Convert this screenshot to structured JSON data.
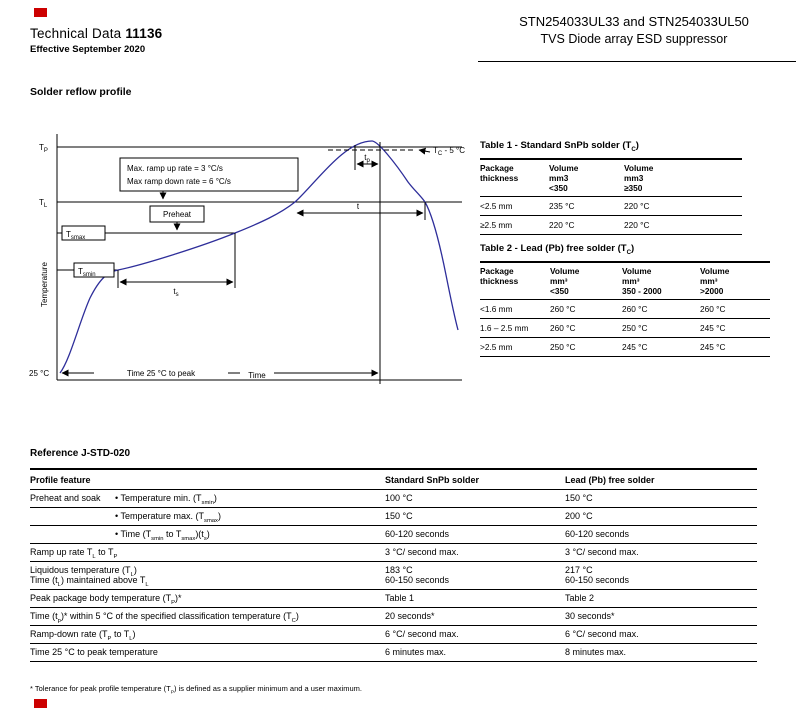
{
  "accent_color": "#cc0000",
  "header": {
    "doc_type": "Technical Data",
    "doc_number": "11136",
    "effective": "Effective September 2020",
    "part_title": "STN254033UL33 and STN254033UL50",
    "part_subtitle": "TVS Diode array ESD suppressor"
  },
  "section_title": "Solder reflow profile",
  "diagram": {
    "type": "line-profile",
    "curve_color": "#2e2e9a",
    "y_axis_label": "Temperature",
    "x_axis_label": "Time",
    "labels": {
      "tp": {
        "base": "T",
        "sub": "P"
      },
      "tl": {
        "base": "T",
        "sub": "L"
      },
      "tsmax": {
        "base": "T",
        "sub": "smax"
      },
      "tsmin": {
        "base": "T",
        "sub": "smin"
      },
      "t25": "25 °C",
      "ramp_line1": "Max. ramp up rate = 3 °C/s",
      "ramp_line2": "Max ramp down rate = 6 °C/s",
      "preheat": "Preheat",
      "tc5": {
        "base": "T",
        "sub": "C",
        "rest": " - 5 °C"
      },
      "t_hold": "t",
      "ts": {
        "base": "t",
        "sub": "s"
      },
      "tp_small": {
        "base": "t",
        "sub": "p"
      },
      "time_to_peak": "Time 25 °C to peak"
    }
  },
  "table1": {
    "title": "Table 1 - Standard SnPb solder (T~C~)",
    "col_headers": [
      "Package\nthickness",
      "Volume\nmm3\n<350",
      "Volume\nmm3\n≥350"
    ],
    "rows": [
      [
        "<2.5 mm",
        "235 °C",
        "220 °C"
      ],
      [
        "≥2.5 mm",
        "220 °C",
        "220 °C"
      ]
    ]
  },
  "table2": {
    "title": "Table 2 - Lead (Pb) free solder (T~C~)",
    "col_headers": [
      "Package\nthickness",
      "Volume\nmm³\n<350",
      "Volume\nmm³\n350 - 2000",
      "Volume\nmm³\n>2000"
    ],
    "rows": [
      [
        "<1.6 mm",
        "260 °C",
        "260 °C",
        "260 °C"
      ],
      [
        "1.6 – 2.5 mm",
        "260 °C",
        "250 °C",
        "245 °C"
      ],
      [
        ">2.5 mm",
        "250 °C",
        "245 °C",
        "245 °C"
      ]
    ]
  },
  "reference": {
    "title": "Reference J-STD-020",
    "columns": [
      "Profile feature",
      "Standard SnPb solder",
      "Lead (Pb) free solder"
    ],
    "rows": [
      {
        "group": "Preheat and soak",
        "feature": "• Temperature min. (T~smin~)",
        "snpb": "100 °C",
        "pbfree": "150 °C"
      },
      {
        "group": "",
        "feature": "• Temperature max. (T~smax~)",
        "snpb": "150 °C",
        "pbfree": "200 °C"
      },
      {
        "group": "",
        "feature": "• Time (T~smin~ to T~smax~)(t~s~)",
        "snpb": "60-120 seconds",
        "pbfree": "60-120 seconds"
      },
      {
        "feature": "Ramp up rate T~L~ to T~P~",
        "snpb": "3 °C/ second max.",
        "pbfree": "3 °C/ second max."
      },
      {
        "feature": "Liquidous temperature (T~L~)\nTime (t~L~) maintained above T~L~",
        "snpb": "183 °C\n60-150 seconds",
        "pbfree": "217 °C\n60-150 seconds"
      },
      {
        "feature": "Peak package body temperature (T~P~)*",
        "snpb": "Table 1",
        "pbfree": "Table 2"
      },
      {
        "feature": "Time (t~p~)* within 5 °C of the specified classification temperature (T~C~)",
        "snpb": "20 seconds*",
        "pbfree": "30 seconds*"
      },
      {
        "feature": "Ramp-down rate (T~P~ to T~L~)",
        "snpb": "6 °C/ second max.",
        "pbfree": "6 °C/ second max."
      },
      {
        "feature": "Time 25 °C to peak temperature",
        "snpb": "6 minutes max.",
        "pbfree": "8 minutes max."
      }
    ],
    "footnote": "* Tolerance for peak profile temperature (T~P~) is defined as a supplier minimum and a user maximum."
  }
}
